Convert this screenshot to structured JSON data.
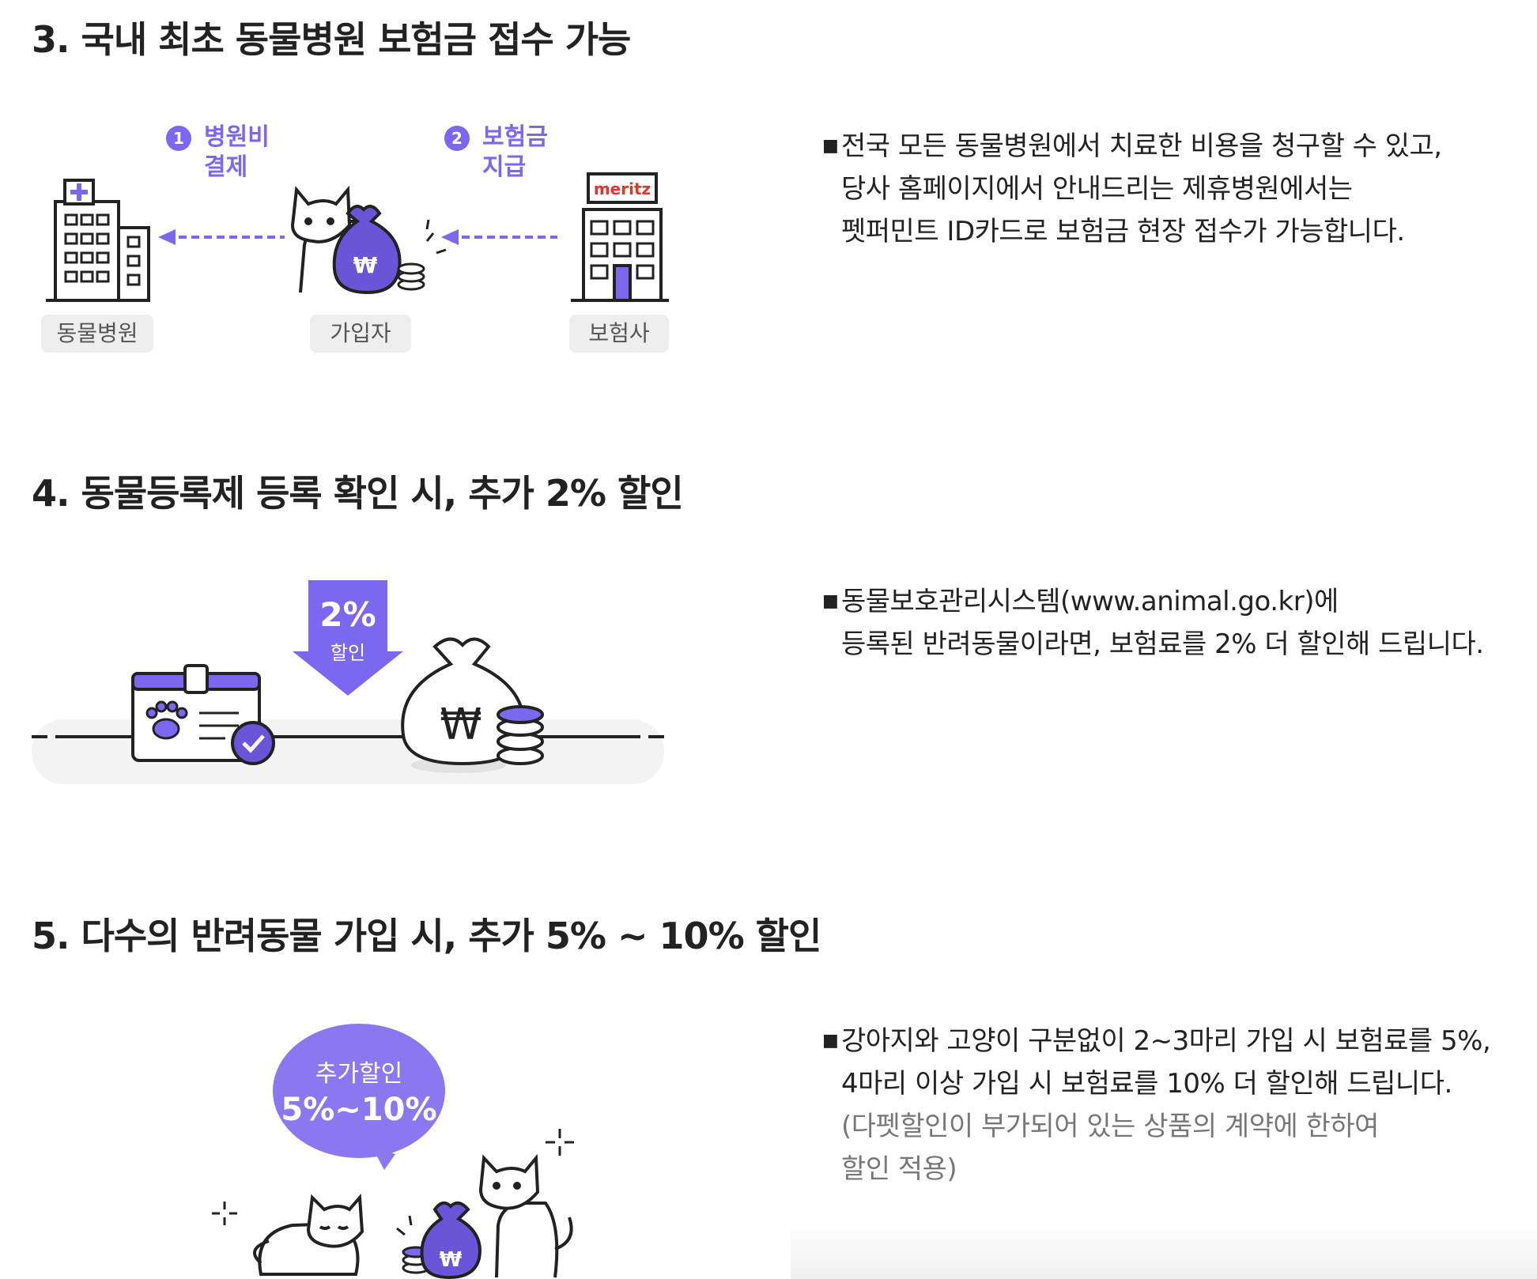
{
  "sections": [
    {
      "title": "3. 국내 최초 동물병원 보험금 접수 가능",
      "steps": [
        {
          "num": "1",
          "line1": "병원비",
          "line2": "결제"
        },
        {
          "num": "2",
          "line1": "보험금",
          "line2": "지급"
        }
      ],
      "labels": [
        "동물병원",
        "가입자",
        "보험사"
      ],
      "brand": "meritz",
      "desc": [
        "전국 모든 동물병원에서 치료한 비용을 청구할 수 있고,",
        "당사 홈페이지에서 안내드리는 제휴병원에서는",
        "펫퍼민트 ID카드로 보험금 현장 접수가 가능합니다."
      ]
    },
    {
      "title": "4. 동물등록제 등록 확인 시, 추가 2% 할인",
      "badge_big": "2%",
      "badge_small": "할인",
      "currency": "₩",
      "desc": [
        "동물보호관리시스템(www.animal.go.kr)에",
        "등록된 반려동물이라면, 보험료를 2% 더 할인해 드립니다."
      ]
    },
    {
      "title": "5. 다수의 반려동물 가입 시, 추가 5% ~ 10% 할인",
      "bubble_line1": "추가할인",
      "bubble_line2": "5%~10%",
      "currency": "₩",
      "desc": [
        "강아지와 고양이 구분없이 2~3마리 가입 시 보험료를 5%,",
        "4마리 이상 가입 시 보험료를 10% 더 할인해 드립니다."
      ],
      "note": [
        "(다펫할인이 부가되어 있는 상품의 계약에 한하여",
        "할인 적용)"
      ]
    }
  ],
  "colors": {
    "accent": "#7b68ee",
    "ink": "#222222",
    "label_bg": "#eeeeee"
  },
  "icons": [
    "hospital-icon",
    "cat-icon",
    "money-bag-icon",
    "coin-stack-icon",
    "insurer-building-icon",
    "arrow-left-icon",
    "pet-id-card-icon",
    "check-icon",
    "discount-arrow-icon",
    "sparkle-icon"
  ]
}
